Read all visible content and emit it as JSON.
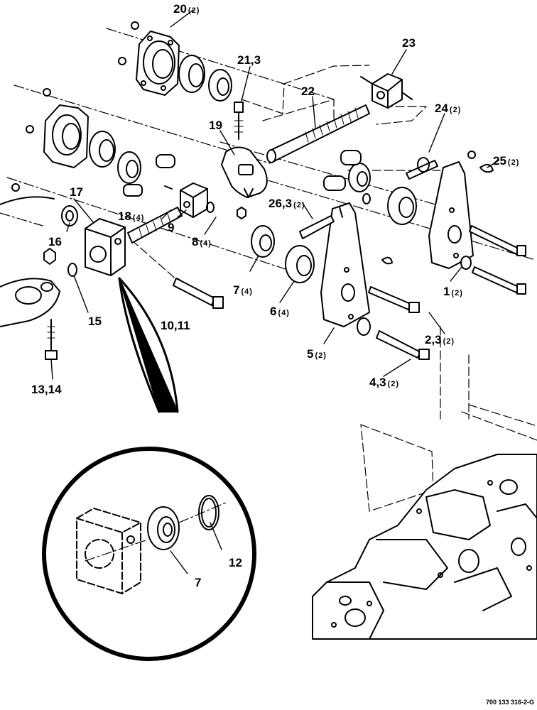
{
  "figure_id": "700 133 316-2-G",
  "callouts": [
    {
      "id": "c20",
      "text": "20",
      "qty": "(2)"
    },
    {
      "id": "c23",
      "text": "23",
      "qty": ""
    },
    {
      "id": "c213",
      "text": "21,3",
      "qty": ""
    },
    {
      "id": "c22",
      "text": "22",
      "qty": ""
    },
    {
      "id": "c24",
      "text": "24",
      "qty": "(2)"
    },
    {
      "id": "c25",
      "text": "25",
      "qty": "(2)"
    },
    {
      "id": "c19",
      "text": "19",
      "qty": ""
    },
    {
      "id": "c17",
      "text": "17",
      "qty": ""
    },
    {
      "id": "c18",
      "text": "18",
      "qty": "(4)"
    },
    {
      "id": "c263",
      "text": "26,3",
      "qty": "(2)"
    },
    {
      "id": "c16",
      "text": "16",
      "qty": ""
    },
    {
      "id": "c9",
      "text": "9",
      "qty": ""
    },
    {
      "id": "c8",
      "text": "8",
      "qty": "(4)"
    },
    {
      "id": "c7",
      "text": "7",
      "qty": "(4)"
    },
    {
      "id": "c1",
      "text": "1",
      "qty": "(2)"
    },
    {
      "id": "c6",
      "text": "6",
      "qty": "(4)"
    },
    {
      "id": "c15",
      "text": "15",
      "qty": ""
    },
    {
      "id": "c1011",
      "text": "10,11",
      "qty": ""
    },
    {
      "id": "c23b",
      "text": "2,3",
      "qty": "(2)"
    },
    {
      "id": "c5",
      "text": "5",
      "qty": "(2)"
    },
    {
      "id": "c1314",
      "text": "13,14",
      "qty": ""
    },
    {
      "id": "c43",
      "text": "4,3",
      "qty": "(2)"
    },
    {
      "id": "c12",
      "text": "12",
      "qty": ""
    },
    {
      "id": "c7b",
      "text": "7",
      "qty": ""
    }
  ]
}
